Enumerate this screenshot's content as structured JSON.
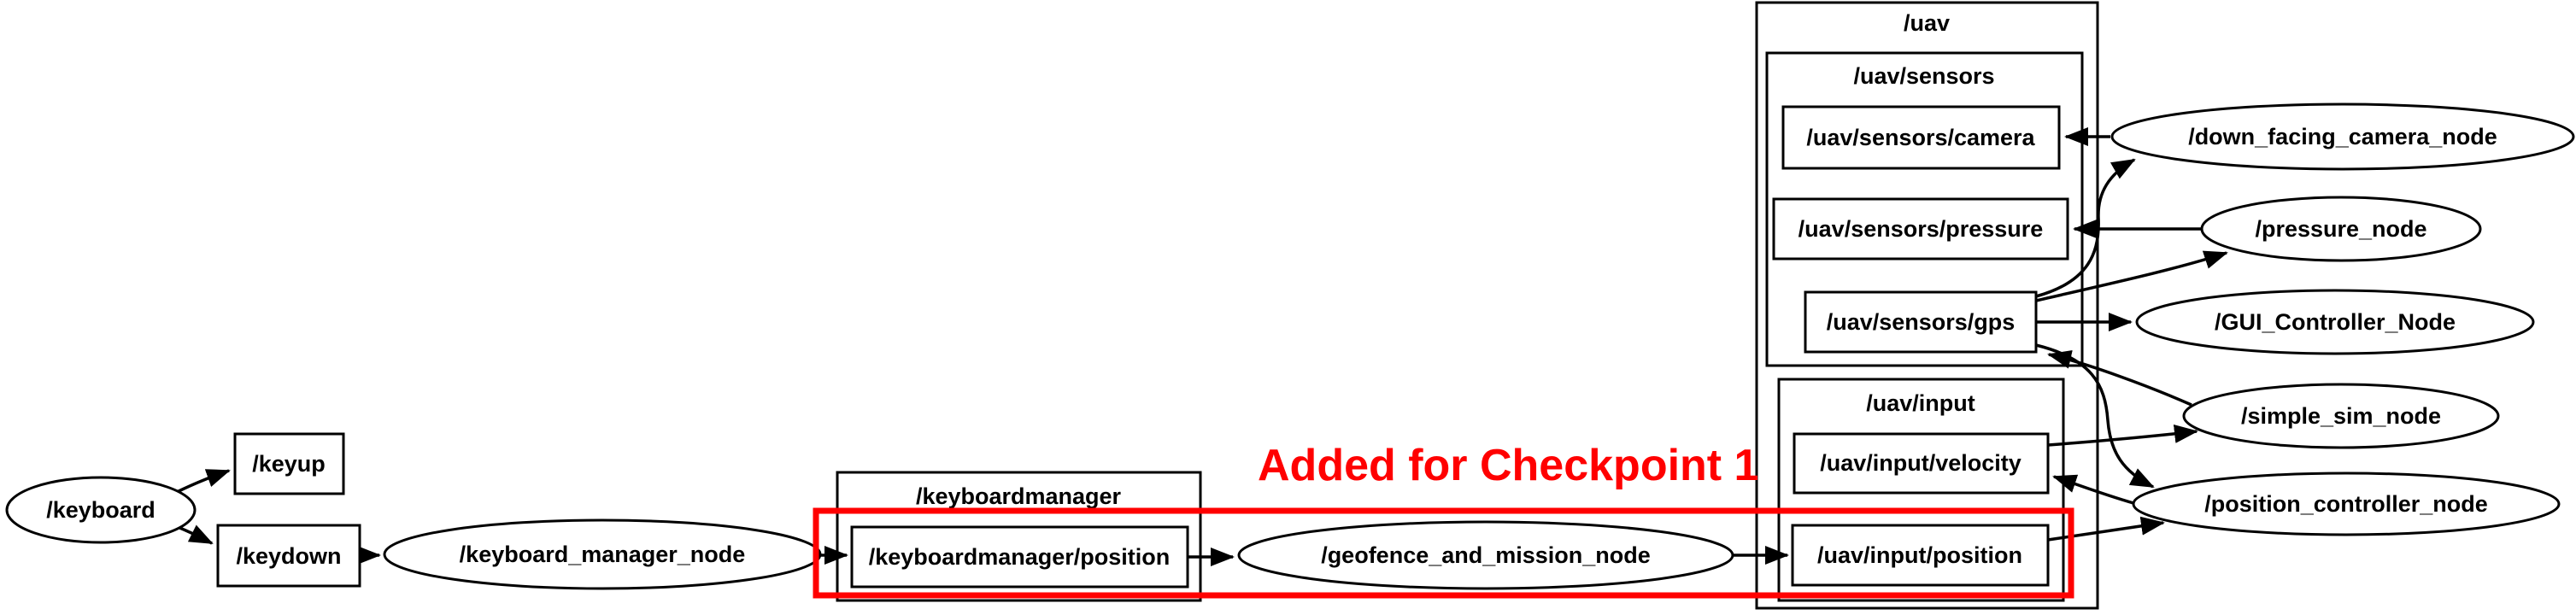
{
  "graph": {
    "clusters": {
      "keyboardmanager": "/keyboardmanager",
      "uav": "/uav",
      "uav_sensors": "/uav/sensors",
      "uav_input": "/uav/input"
    },
    "topics": {
      "keyup": "/keyup",
      "keydown": "/keydown",
      "keyboardmanager_position": "/keyboardmanager/position",
      "camera": "/uav/sensors/camera",
      "pressure": "/uav/sensors/pressure",
      "gps": "/uav/sensors/gps",
      "velocity": "/uav/input/velocity",
      "position": "/uav/input/position"
    },
    "nodes": {
      "keyboard": "/keyboard",
      "keyboard_manager_node": "/keyboard_manager_node",
      "geofence_and_mission_node": "/geofence_and_mission_node",
      "down_facing_camera_node": "/down_facing_camera_node",
      "pressure_node": "/pressure_node",
      "gui_controller_node": "/GUI_Controller_Node",
      "simple_sim_node": "/simple_sim_node",
      "position_controller_node": "/position_controller_node"
    },
    "edges": [
      {
        "from": "/keyboard",
        "to": "/keyup"
      },
      {
        "from": "/keyboard",
        "to": "/keydown"
      },
      {
        "from": "/keydown",
        "to": "/keyboard_manager_node"
      },
      {
        "from": "/keyboard_manager_node",
        "to": "/keyboardmanager/position"
      },
      {
        "from": "/keyboardmanager/position",
        "to": "/geofence_and_mission_node"
      },
      {
        "from": "/geofence_and_mission_node",
        "to": "/uav/input/position"
      },
      {
        "from": "/uav/input/position",
        "to": "/position_controller_node"
      },
      {
        "from": "/position_controller_node",
        "to": "/uav/input/velocity"
      },
      {
        "from": "/uav/input/velocity",
        "to": "/simple_sim_node"
      },
      {
        "from": "/simple_sim_node",
        "to": "/uav/sensors/gps"
      },
      {
        "from": "/uav/sensors/gps",
        "to": "/GUI_Controller_Node"
      },
      {
        "from": "/uav/sensors/gps",
        "to": "/pressure_node"
      },
      {
        "from": "/uav/sensors/gps",
        "to": "/down_facing_camera_node"
      },
      {
        "from": "/uav/sensors/gps",
        "to": "/position_controller_node"
      },
      {
        "from": "/down_facing_camera_node",
        "to": "/uav/sensors/camera"
      },
      {
        "from": "/pressure_node",
        "to": "/uav/sensors/pressure"
      }
    ]
  },
  "annotation": {
    "label": "Added for Checkpoint 1",
    "color": "#ff0000"
  },
  "colors": {
    "stroke": "#000000",
    "background": "#ffffff"
  }
}
